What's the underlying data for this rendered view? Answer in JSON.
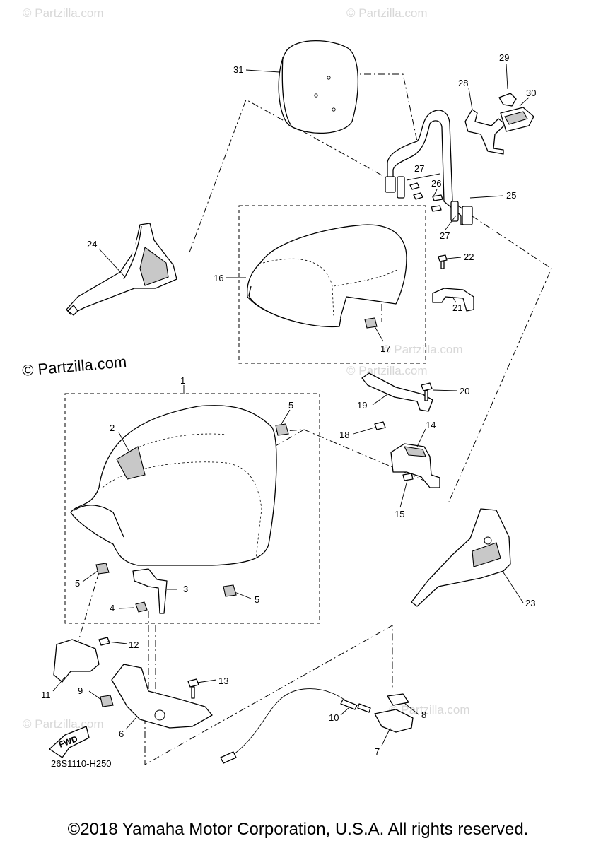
{
  "diagram": {
    "copyright": "©2018 Yamaha Motor Corporation, U.S.A. All rights reserved.",
    "diagram_code": "26S1110-H250",
    "watermark_main": "© Partzilla.com",
    "watermark_faint": "© Partzilla.com",
    "fwd_label": "FWD",
    "callouts": {
      "c1": "1",
      "c2": "2",
      "c3": "3",
      "c4": "4",
      "c5a": "5",
      "c5b": "5",
      "c5c": "5",
      "c6": "6",
      "c7": "7",
      "c8": "8",
      "c9": "9",
      "c10": "10",
      "c11": "11",
      "c12": "12",
      "c13": "13",
      "c14": "14",
      "c15": "15",
      "c16": "16",
      "c17": "17",
      "c18": "18",
      "c19": "19",
      "c20": "20",
      "c21": "21",
      "c22": "22",
      "c23": "23",
      "c24": "24",
      "c25": "25",
      "c26": "26",
      "c27a": "27",
      "c27b": "27",
      "c28": "28",
      "c29": "29",
      "c30": "30",
      "c31": "31"
    }
  }
}
